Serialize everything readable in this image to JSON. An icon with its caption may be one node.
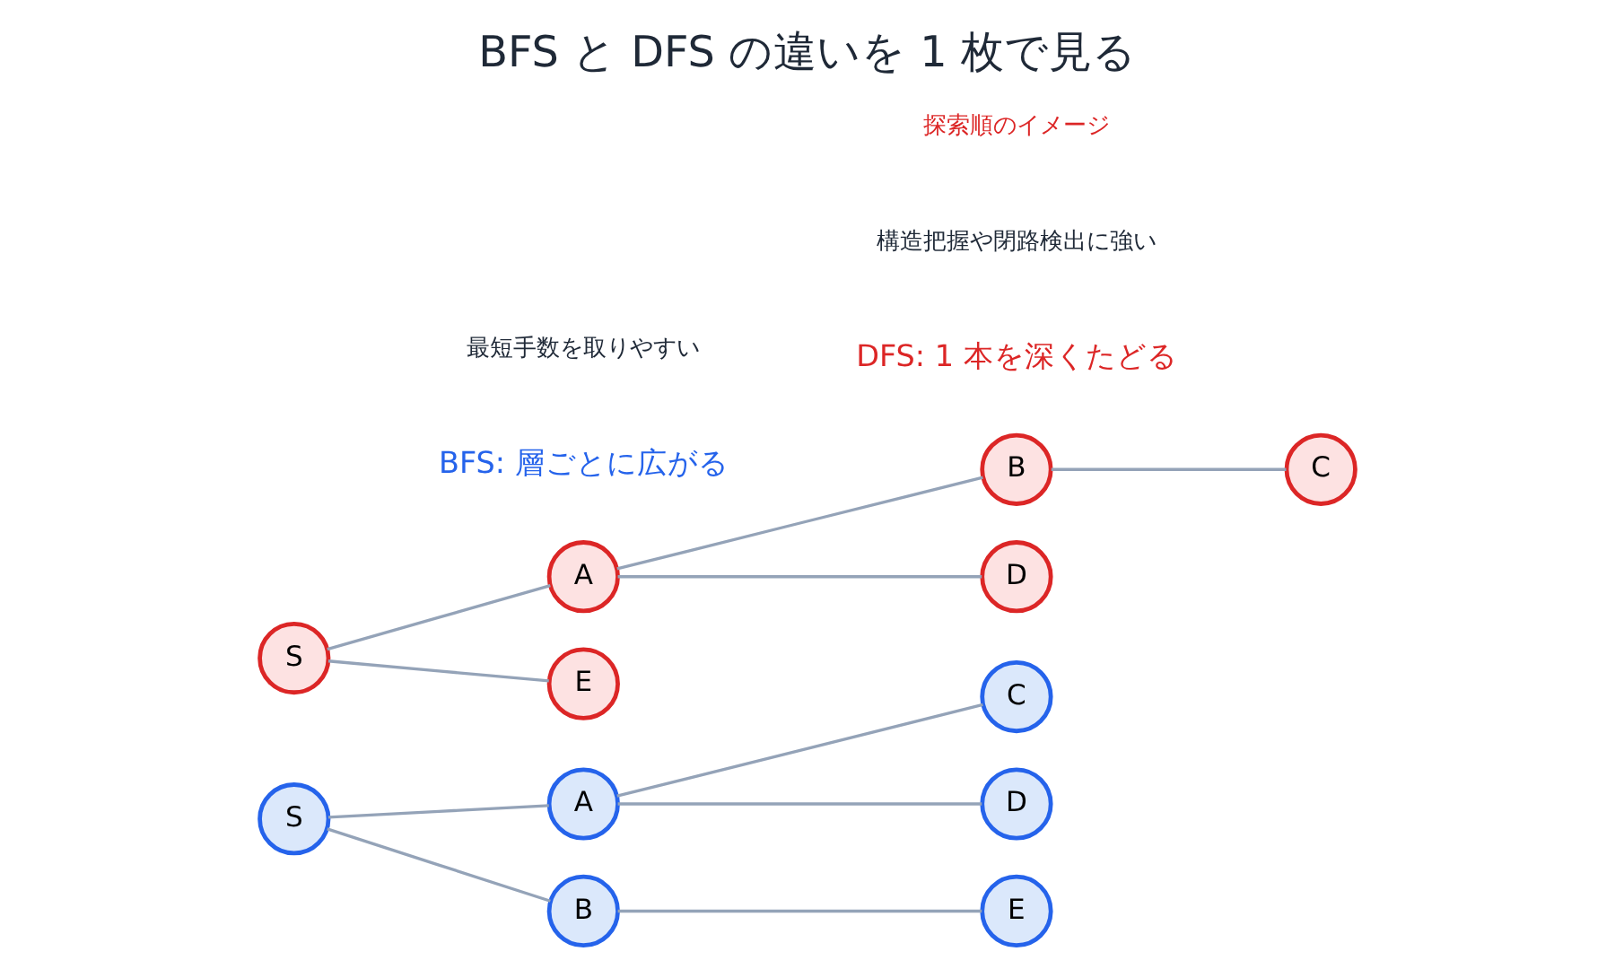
{
  "diagram": {
    "title": "BFS と DFS の違いを 1 枚で見る",
    "nodes": [
      {
        "text": [
          "S"
        ]
      },
      {
        "text": [
          "A"
        ]
      },
      {
        "text": [
          "B"
        ]
      },
      {
        "text": [
          "C"
        ]
      },
      {
        "text": [
          "D"
        ]
      },
      {
        "text": [
          "E"
        ]
      },
      {
        "text": [
          "S"
        ]
      },
      {
        "text": [
          "A"
        ]
      },
      {
        "text": [
          "B"
        ]
      },
      {
        "text": [
          "C"
        ]
      },
      {
        "text": [
          "D"
        ]
      },
      {
        "text": [
          "E"
        ]
      }
    ],
    "edges": [
      {
        "from": 0,
        "to": 1,
        "arrow": "none"
      },
      {
        "from": 0,
        "to": 2,
        "arrow": "none"
      },
      {
        "from": 1,
        "to": 3,
        "arrow": "none"
      },
      {
        "from": 1,
        "to": 4,
        "arrow": "none"
      },
      {
        "from": 2,
        "to": 5,
        "arrow": "none"
      },
      {
        "from": 6,
        "to": 7,
        "arrow": "none"
      },
      {
        "from": 7,
        "to": 8,
        "arrow": "none"
      },
      {
        "from": 8,
        "to": 9,
        "arrow": "none"
      },
      {
        "from": 7,
        "to": 10,
        "arrow": "none"
      },
      {
        "from": 6,
        "to": 11,
        "arrow": "none"
      }
    ],
    "labels": [
      "BFS: 層ごとに広がる",
      "最短手数を取りやすい",
      "DFS: 1 本を深くたどる",
      "構造把握や閉路検出に強い",
      "探索順のイメージ"
    ]
  }
}
